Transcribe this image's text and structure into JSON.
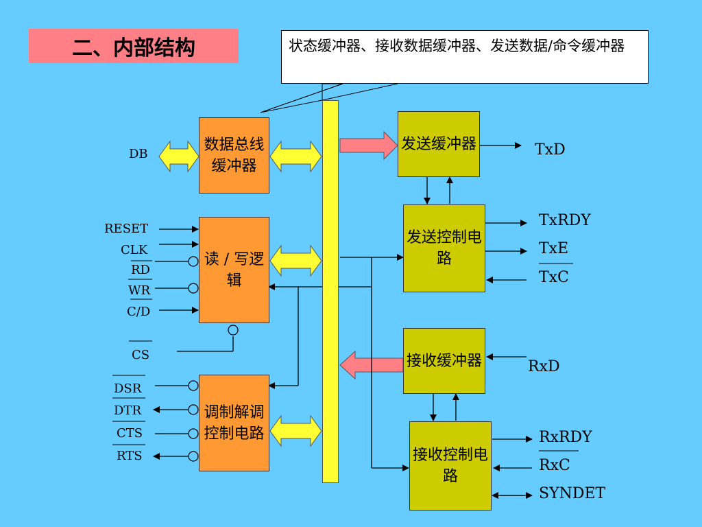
{
  "title": "二、内部结构",
  "callout": "状态缓冲器、接收数据缓冲器、发送数据/命令缓冲器",
  "blocks": {
    "data_bus_buffer": "数据总线缓冲器",
    "rw_logic": "读 / 写逻辑",
    "modem_control": "调制解调控制电路",
    "tx_buffer": "发送缓冲器",
    "tx_control": "发送控制电路",
    "rx_buffer": "接收缓冲器",
    "rx_control": "接收控制电路"
  },
  "signals_left": {
    "db": "DB",
    "reset": "RESET",
    "clk": "CLK",
    "rd": "RD",
    "wr": "WR",
    "cd": "C/D",
    "cs": "CS",
    "dsr": "DSR",
    "dtr": "DTR",
    "cts": "CTS",
    "rts": "RTS"
  },
  "signals_right": {
    "txd": "TxD",
    "txrdy": "TxRDY",
    "txe": "TxE",
    "txc": "TxC",
    "rxd": "RxD",
    "rxrdy": "RxRDY",
    "rxc": "RxC",
    "syndet": "SYNDET"
  },
  "colors": {
    "background": "#66ccff",
    "title_box": "#ff7f86",
    "left_blocks": "#ff9933",
    "right_blocks": "#cccc00",
    "bus": "#ffff33",
    "bus_arrows": "#ffff33",
    "data_arrows": "#ff7f86"
  }
}
